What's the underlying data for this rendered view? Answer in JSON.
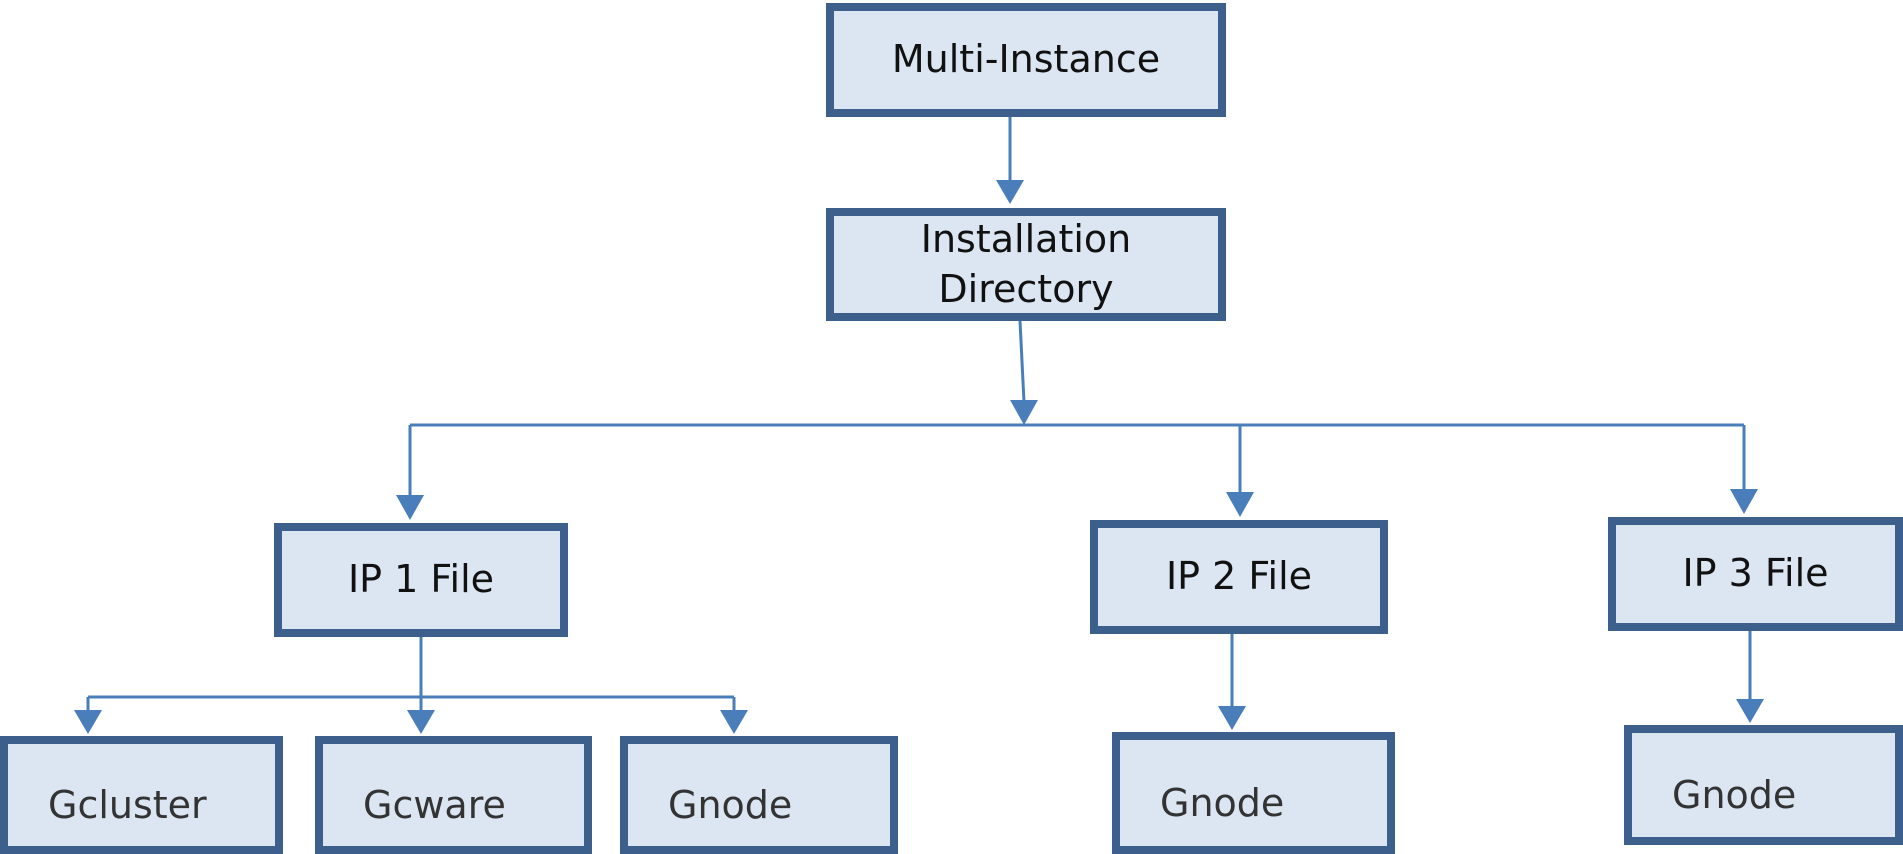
{
  "diagram": {
    "line_color": "#4a7ebb",
    "box_fill": "#dce6f2",
    "box_border": "#3d5f8c",
    "nodes": {
      "multi_instance": "Multi-Instance",
      "installation_directory": "Installation\nDirectory",
      "ip1_file": "IP 1 File",
      "ip2_file": "IP 2 File",
      "ip3_file": "IP 3 File",
      "gcluster": "Gcluster",
      "gcware": "Gcware",
      "gnode_ip1": "Gnode",
      "gnode_ip2": "Gnode",
      "gnode_ip3": "Gnode"
    },
    "edges": [
      {
        "from": "Multi-Instance",
        "to": "Installation Directory"
      },
      {
        "from": "Installation Directory",
        "to": "IP 1 File"
      },
      {
        "from": "Installation Directory",
        "to": "IP 2 File"
      },
      {
        "from": "Installation Directory",
        "to": "IP 3 File"
      },
      {
        "from": "IP 1 File",
        "to": "Gcluster"
      },
      {
        "from": "IP 1 File",
        "to": "Gcware"
      },
      {
        "from": "IP 1 File",
        "to": "Gnode"
      },
      {
        "from": "IP 2 File",
        "to": "Gnode"
      },
      {
        "from": "IP 3 File",
        "to": "Gnode"
      }
    ]
  }
}
